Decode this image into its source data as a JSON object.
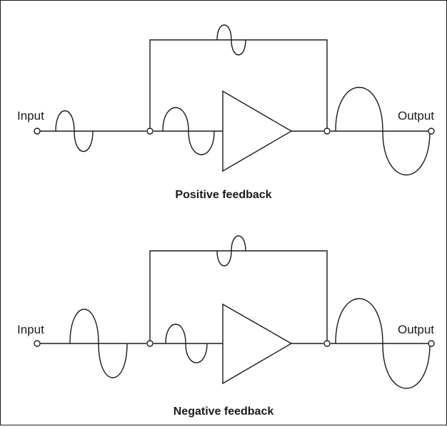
{
  "diagrams": [
    {
      "input_label": "Input",
      "output_label": "Output",
      "caption": "Positive feedback"
    },
    {
      "input_label": "Input",
      "output_label": "Output",
      "caption": "Negative feedback"
    }
  ]
}
